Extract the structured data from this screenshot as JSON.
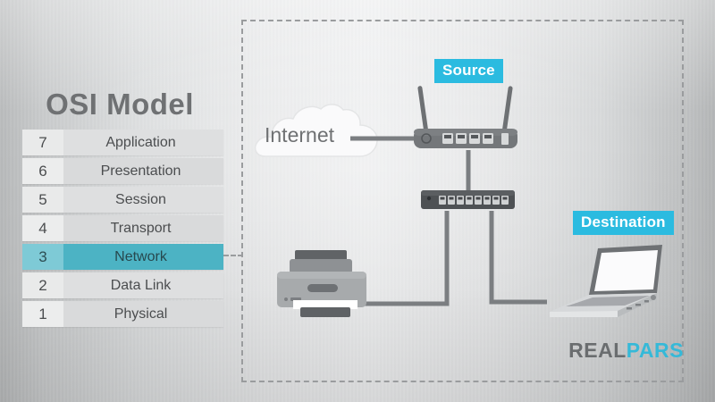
{
  "osi": {
    "title": "OSI Model",
    "layers": [
      {
        "number": "7",
        "name": "Application"
      },
      {
        "number": "6",
        "name": "Presentation"
      },
      {
        "number": "5",
        "name": "Session"
      },
      {
        "number": "4",
        "name": "Transport"
      },
      {
        "number": "3",
        "name": "Network"
      },
      {
        "number": "2",
        "name": "Data Link"
      },
      {
        "number": "1",
        "name": "Physical"
      }
    ],
    "highlighted_layer_number": "3",
    "highlighted_layer_name": "Network"
  },
  "network": {
    "cloud_label": "Internet",
    "badges": {
      "source": "Source",
      "destination": "Destination"
    },
    "devices": {
      "router": "router",
      "switch": "network-switch",
      "printer": "printer",
      "laptop": "laptop"
    }
  },
  "logo": {
    "part1": "REAL",
    "part2": "PARS"
  },
  "colors": {
    "accent_cyan": "#2bbbe0",
    "highlight_teal": "#4cb3c4",
    "highlight_teal_light": "#7ecad6",
    "device_gray": "#6e7174",
    "text_gray": "#4b4d4f",
    "dashed_border": "#9a9c9e"
  }
}
